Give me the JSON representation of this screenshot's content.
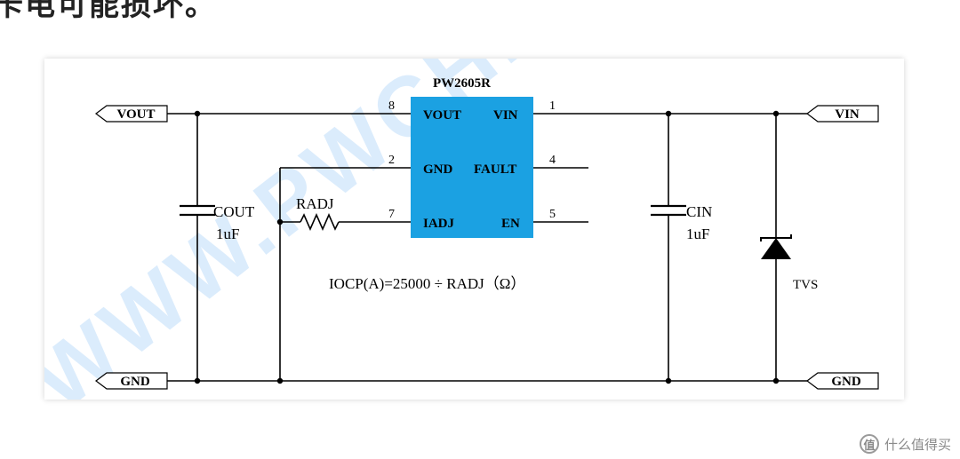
{
  "header": {
    "partial_text": "卡电可能损坏。"
  },
  "schematic": {
    "chip": {
      "name": "PW2605R",
      "color": "#1ba1e2",
      "pins": {
        "vout": {
          "num": "8",
          "label": "VOUT"
        },
        "gnd": {
          "num": "2",
          "label": "GND"
        },
        "iadj": {
          "num": "7",
          "label": "IADJ"
        },
        "vin": {
          "num": "1",
          "label": "VIN"
        },
        "fault": {
          "num": "4",
          "label": "FAULT"
        },
        "en": {
          "num": "5",
          "label": "EN"
        }
      }
    },
    "ports": {
      "vout": "VOUT",
      "gnd_left": "GND",
      "vin": "VIN",
      "gnd_right": "GND"
    },
    "components": {
      "cout": {
        "name": "COUT",
        "value": "1uF"
      },
      "cin": {
        "name": "CIN",
        "value": "1uF"
      },
      "radj": {
        "name": "RADJ"
      },
      "tvs": {
        "name": "TVS"
      }
    },
    "formula": "IOCP(A)=25000 ÷ RADJ（Ω）",
    "watermark": "WWW.PWCHIP.COM"
  },
  "footer": {
    "logo_glyph": "值",
    "site": "什么值得买"
  }
}
